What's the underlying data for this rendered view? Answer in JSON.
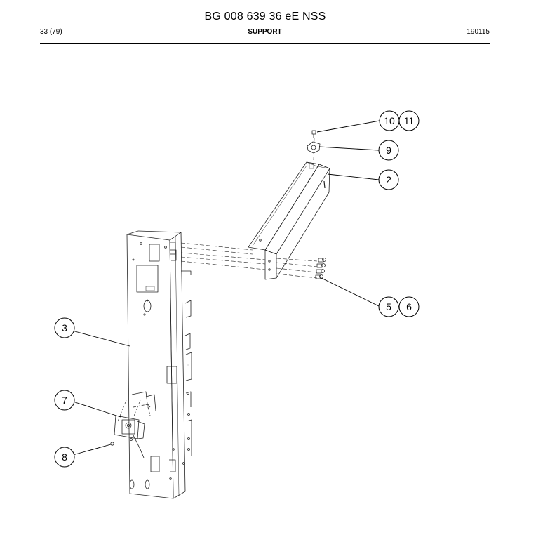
{
  "document": {
    "title": "BG 008 639 36 eE NSS",
    "page": "33 (79)",
    "section": "SUPPORT",
    "code": "190115"
  },
  "callouts": [
    {
      "id": "c10",
      "label": "10"
    },
    {
      "id": "c11",
      "label": "11"
    },
    {
      "id": "c9",
      "label": "9"
    },
    {
      "id": "c2",
      "label": "2"
    },
    {
      "id": "c5",
      "label": "5"
    },
    {
      "id": "c6",
      "label": "6"
    },
    {
      "id": "c3",
      "label": "3"
    },
    {
      "id": "c7",
      "label": "7"
    },
    {
      "id": "c8",
      "label": "8"
    }
  ]
}
